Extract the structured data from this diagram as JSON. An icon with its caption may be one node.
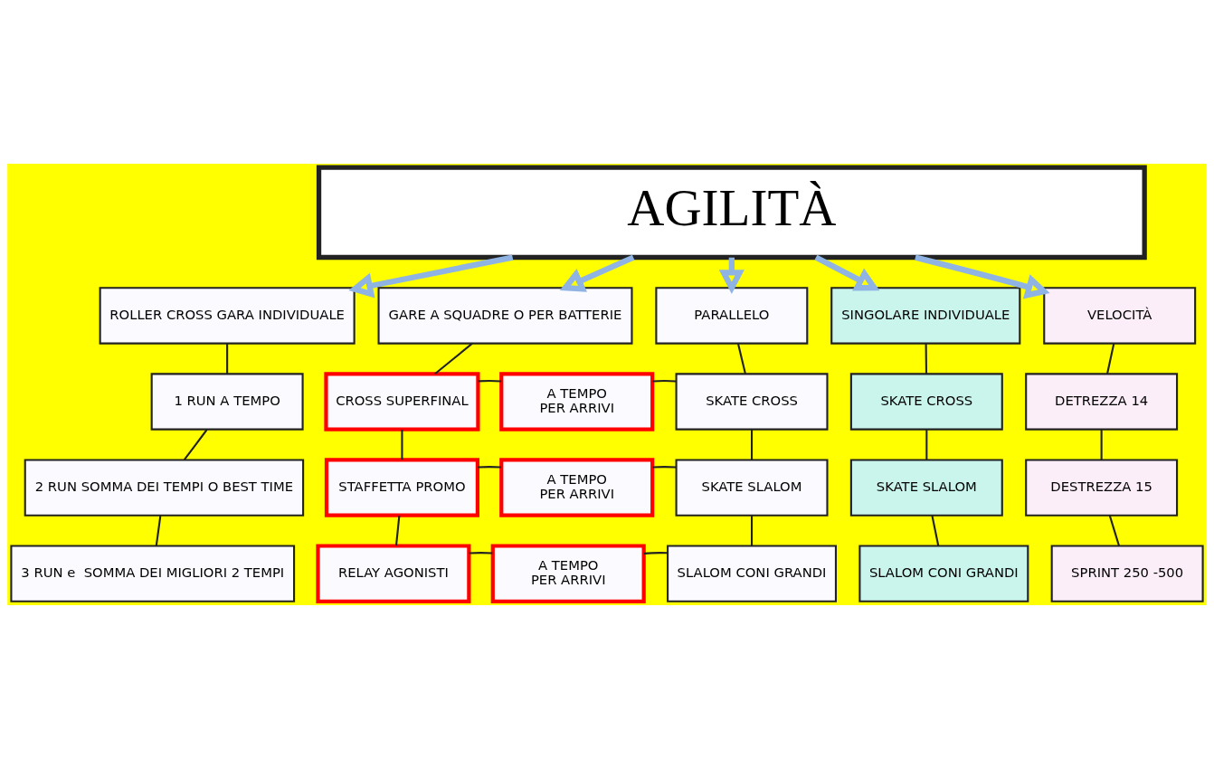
{
  "diagram": {
    "nodes": [
      {
        "text": [
          "AGILITÀ"
        ]
      },
      {
        "text": [
          "ROLLER CROSS GARA INDIVIDUALE"
        ]
      },
      {
        "text": [
          "GARE A SQUADRE O PER BATTERIE"
        ]
      },
      {
        "text": [
          "PARALLELO"
        ]
      },
      {
        "text": [
          "SINGOLARE INDIVIDUALE"
        ]
      },
      {
        "text": [
          "VELOCITÀ"
        ]
      },
      {
        "text": [
          "1 RUN A TEMPO"
        ]
      },
      {
        "text": [
          "CROSS SUPERFINAL"
        ]
      },
      {
        "text": [
          "A TEMPO",
          "PER ARRIVI"
        ]
      },
      {
        "text": [
          "SKATE CROSS"
        ]
      },
      {
        "text": [
          "SKATE CROSS"
        ]
      },
      {
        "text": [
          "DETREZZA 14"
        ]
      },
      {
        "text": [
          "2 RUN SOMMA DEI TEMPI O BEST TIME"
        ]
      },
      {
        "text": [
          "STAFFETTA PROMO"
        ]
      },
      {
        "text": [
          "A TEMPO",
          "PER ARRIVI"
        ]
      },
      {
        "text": [
          "SKATE SLALOM"
        ]
      },
      {
        "text": [
          "SKATE SLALOM"
        ]
      },
      {
        "text": [
          "DESTREZZA 15"
        ]
      },
      {
        "text": [
          "3 RUN e  SOMMA DEI MIGLIORI 2 TEMPI"
        ]
      },
      {
        "text": [
          "RELAY AGONISTI"
        ]
      },
      {
        "text": [
          "A TEMPO",
          "PER ARRIVI"
        ]
      },
      {
        "text": [
          "SLALOM CONI GRANDI"
        ]
      },
      {
        "text": [
          "SLALOM CONI GRANDI"
        ]
      },
      {
        "text": [
          "SPRINT 250 -500"
        ]
      }
    ],
    "edges": [
      {
        "from": 0,
        "to": 1,
        "arrow": "to",
        "style": "thick",
        "color": "#8fb4e3"
      },
      {
        "from": 0,
        "to": 2,
        "arrow": "to",
        "style": "thick",
        "color": "#8fb4e3"
      },
      {
        "from": 0,
        "to": 3,
        "arrow": "to",
        "style": "thick",
        "color": "#8fb4e3"
      },
      {
        "from": 0,
        "to": 4,
        "arrow": "to",
        "style": "thick",
        "color": "#8fb4e3"
      },
      {
        "from": 0,
        "to": 5,
        "arrow": "to",
        "style": "thick",
        "color": "#8fb4e3"
      },
      {
        "from": 1,
        "to": 6,
        "arrow": "none"
      },
      {
        "from": 6,
        "to": 12,
        "arrow": "none"
      },
      {
        "from": 12,
        "to": 18,
        "arrow": "none"
      },
      {
        "from": 2,
        "to": 7,
        "arrow": "none"
      },
      {
        "from": 7,
        "to": 13,
        "arrow": "none"
      },
      {
        "from": 13,
        "to": 19,
        "arrow": "none"
      },
      {
        "from": 7,
        "to": 8,
        "arrow": "none"
      },
      {
        "from": 8,
        "to": 9,
        "arrow": "none"
      },
      {
        "from": 13,
        "to": 14,
        "arrow": "none"
      },
      {
        "from": 14,
        "to": 15,
        "arrow": "none"
      },
      {
        "from": 19,
        "to": 20,
        "arrow": "none"
      },
      {
        "from": 20,
        "to": 21,
        "arrow": "none"
      },
      {
        "from": 3,
        "to": 9,
        "arrow": "none"
      },
      {
        "from": 9,
        "to": 15,
        "arrow": "none"
      },
      {
        "from": 15,
        "to": 21,
        "arrow": "none"
      },
      {
        "from": 4,
        "to": 10,
        "arrow": "none"
      },
      {
        "from": 10,
        "to": 16,
        "arrow": "none"
      },
      {
        "from": 16,
        "to": 22,
        "arrow": "none"
      },
      {
        "from": 5,
        "to": 11,
        "arrow": "none"
      },
      {
        "from": 11,
        "to": 17,
        "arrow": "none"
      },
      {
        "from": 17,
        "to": 23,
        "arrow": "none"
      }
    ]
  }
}
